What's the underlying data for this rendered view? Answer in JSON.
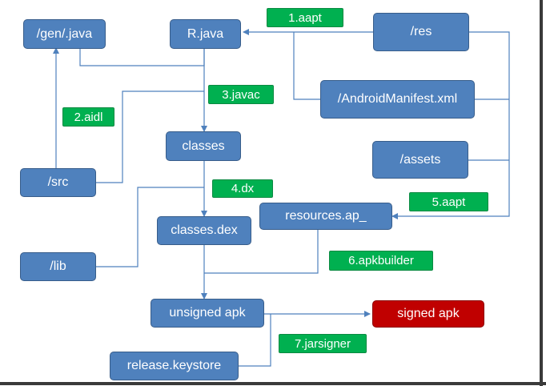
{
  "colors": {
    "node_fill": "#4f81bd",
    "step_fill": "#00b050",
    "output_fill": "#c00000",
    "connector": "#4f81bd",
    "text": "#ffffff"
  },
  "nodes": {
    "gen_java": "/gen/.java",
    "r_java": "R.java",
    "res": "/res",
    "manifest": "/AndroidManifest.xml",
    "assets": "/assets",
    "src": "/src",
    "lib": "/lib",
    "classes": "classes",
    "classes_dex": "classes.dex",
    "resources_ap": "resources.ap_",
    "unsigned_apk": "unsigned apk",
    "signed_apk": "signed apk",
    "release_keystore": "release.keystore"
  },
  "steps": {
    "aapt1": "1.aapt",
    "aidl2": "2.aidl",
    "javac3": "3.javac",
    "dx4": "4.dx",
    "aapt5": "5.aapt",
    "apkbuilder6": "6.apkbuilder",
    "jarsigner7": "7.jarsigner"
  }
}
